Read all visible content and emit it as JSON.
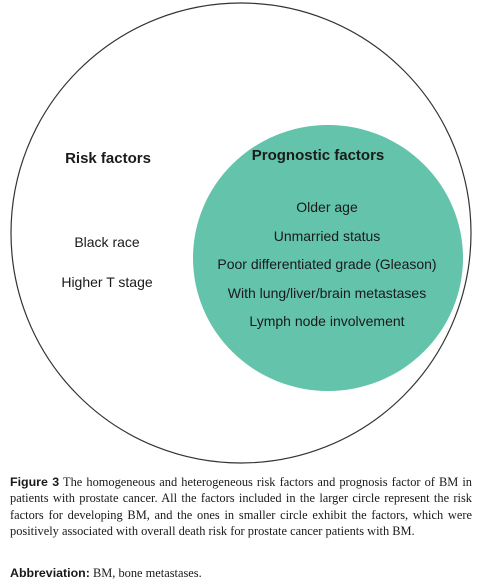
{
  "diagram": {
    "outer_circle": {
      "heading": "Risk factors",
      "items": [
        "Black race",
        "Higher T stage"
      ]
    },
    "inner_circle": {
      "heading": "Prognostic factors",
      "items": [
        "Older age",
        "Unmarried status",
        "Poor differentiated grade (Gleason)",
        "With lung/liver/brain metastases",
        "Lymph node involvement"
      ],
      "fill_color": "#63c3ab"
    },
    "outer_stroke_color": "#333333"
  },
  "caption": {
    "label": "Figure 3",
    "text": "The homogeneous and heterogeneous risk factors and prognosis factor of BM in patients with prostate cancer. All the factors included in the larger circle represent the risk factors for developing BM, and the ones in smaller circle exhibit the factors, which were positively associated with overall death risk for prostate cancer patients with BM."
  },
  "abbreviation": {
    "label": "Abbreviation:",
    "text": "BM, bone metastases."
  }
}
